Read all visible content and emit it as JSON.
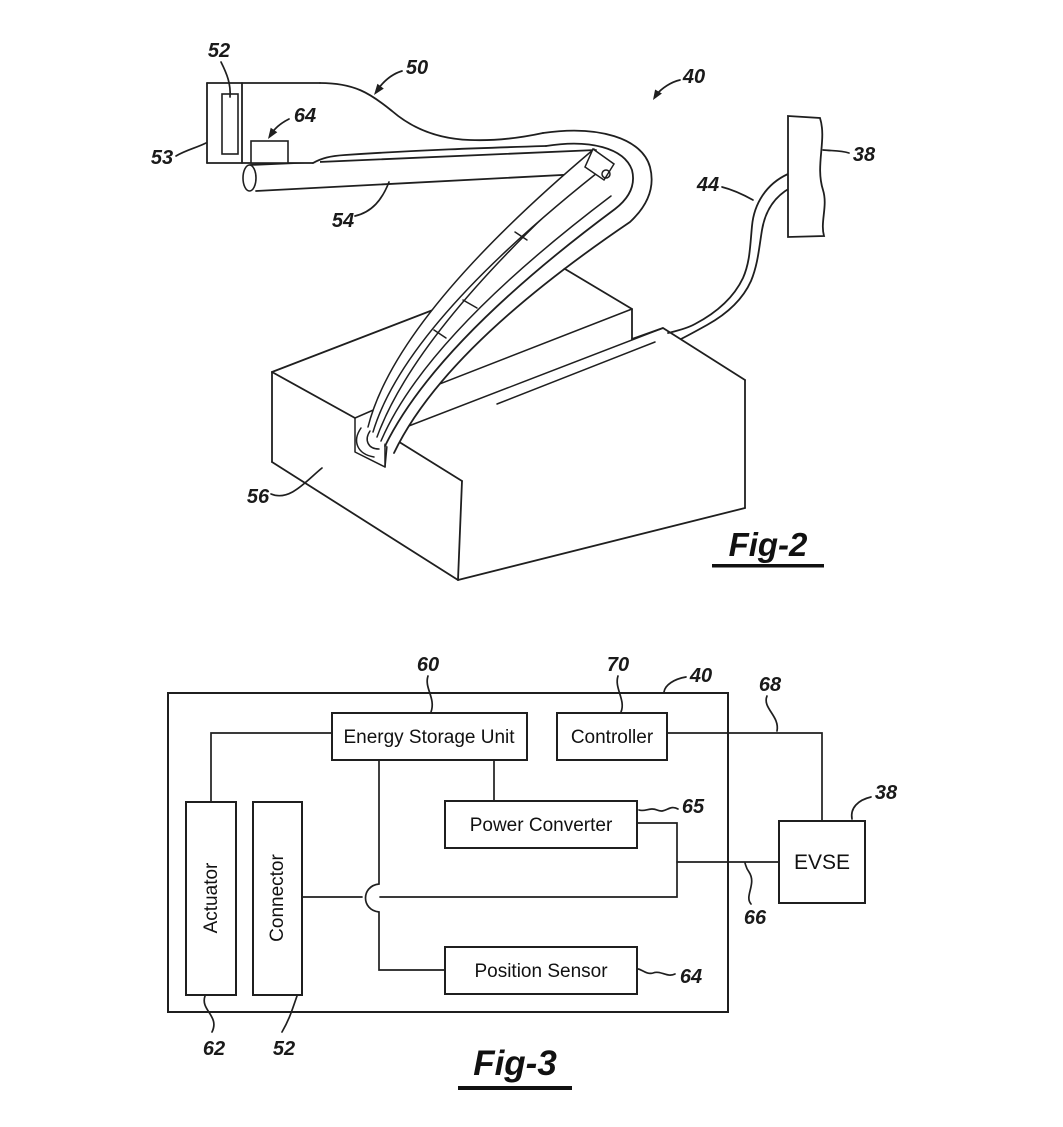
{
  "figure2": {
    "caption": "Fig-2",
    "labels": {
      "52": "52",
      "53": "53",
      "64": "64",
      "50": "50",
      "54": "54",
      "40": "40",
      "44": "44",
      "38": "38",
      "56": "56"
    }
  },
  "figure3": {
    "caption": "Fig-3",
    "blocks": {
      "energy_storage_unit": "Energy Storage Unit",
      "controller": "Controller",
      "power_converter": "Power Converter",
      "position_sensor": "Position Sensor",
      "actuator": "Actuator",
      "connector": "Connector",
      "evse": "EVSE"
    },
    "labels": {
      "60": "60",
      "70": "70",
      "40": "40",
      "68": "68",
      "38": "38",
      "65": "65",
      "66": "66",
      "64": "64",
      "62": "62",
      "52": "52"
    }
  }
}
